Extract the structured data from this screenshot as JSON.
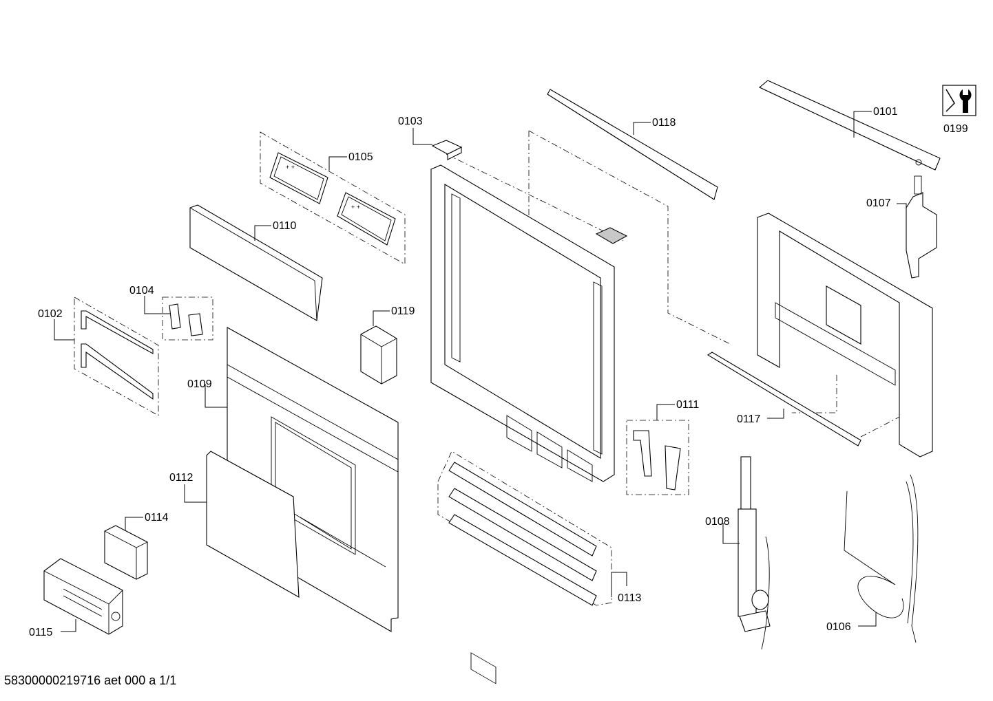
{
  "callouts": {
    "c0101": "0101",
    "c0102": "0102",
    "c0103": "0103",
    "c0104": "0104",
    "c0105": "0105",
    "c0106": "0106",
    "c0107": "0107",
    "c0108": "0108",
    "c0109": "0109",
    "c0110": "0110",
    "c0111": "0111",
    "c0112": "0112",
    "c0113": "0113",
    "c0114": "0114",
    "c0115": "0115",
    "c0117": "0117",
    "c0118": "0118",
    "c0119": "0119",
    "c0199": "0199"
  },
  "icons": {
    "service": "wrench-service-icon"
  },
  "footer": {
    "document_code": "58300000219716 aet 000 a 1/1"
  }
}
